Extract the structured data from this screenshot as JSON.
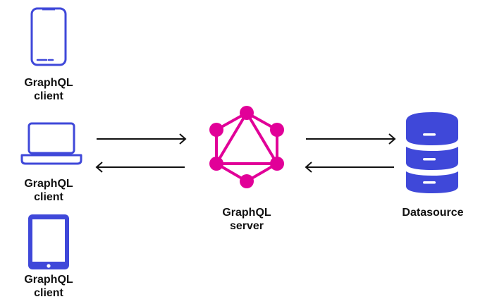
{
  "clients": [
    {
      "label": "GraphQL\nclient",
      "device": "phone-icon"
    },
    {
      "label": "GraphQL\nclient",
      "device": "laptop-icon"
    },
    {
      "label": "GraphQL\nclient",
      "device": "tablet-icon"
    }
  ],
  "server": {
    "label": "GraphQL\nserver",
    "icon": "graphql-logo-icon"
  },
  "datasource": {
    "label": "Datasource",
    "icon": "database-icon"
  },
  "colors": {
    "device_blue": "#3f48d9",
    "graphql_pink": "#e10098",
    "arrow_black": "#111111",
    "text": "#111111"
  }
}
